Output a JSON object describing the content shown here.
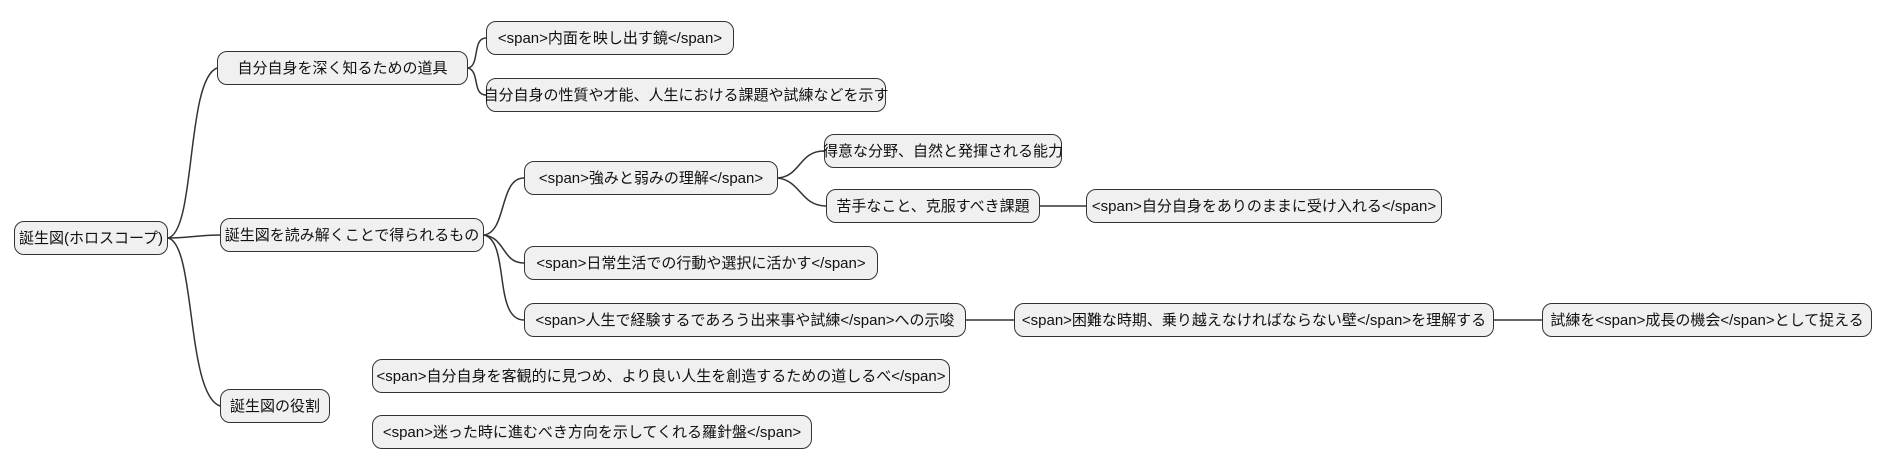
{
  "colors": {
    "background": "#ffffff",
    "node_fill": "#f0f0f0",
    "node_border": "#333333",
    "edge": "#333333",
    "text": "#111111"
  },
  "mindmap": {
    "type": "mindmap",
    "root": {
      "label": "誕生図(ホロスコープ)",
      "children": [
        {
          "label": "自分自身を深く知るための道具",
          "children": [
            {
              "label": "<span>内面を映し出す鏡</span>",
              "children": []
            },
            {
              "label": "自分自身の性質や才能、人生における課題や試練などを示す",
              "children": []
            }
          ]
        },
        {
          "label": "誕生図を読み解くことで得られるもの",
          "children": [
            {
              "label": "<span>強みと弱みの理解</span>",
              "children": [
                {
                  "label": "得意な分野、自然と発揮される能力",
                  "children": []
                },
                {
                  "label": "苦手なこと、克服すべき課題",
                  "children": [
                    {
                      "label": "<span>自分自身をありのままに受け入れる</span>",
                      "children": []
                    }
                  ]
                }
              ]
            },
            {
              "label": "<span>日常生活での行動や選択に活かす</span>",
              "children": []
            },
            {
              "label": "<span>人生で経験するであろう出来事や試練</span>への示唆",
              "children": [
                {
                  "label": "<span>困難な時期、乗り越えなければならない壁</span>を理解する",
                  "children": [
                    {
                      "label": "試練を<span>成長の機会</span>として捉える",
                      "children": []
                    }
                  ]
                }
              ]
            }
          ]
        },
        {
          "label": "誕生図の役割",
          "children": [
            {
              "label": "<span>自分自身を客観的に見つめ、より良い人生を創造するための道しるべ</span>",
              "children": []
            },
            {
              "label": "<span>迷った時に進むべき方向を示してくれる羅針盤</span>",
              "children": []
            }
          ]
        }
      ]
    }
  }
}
